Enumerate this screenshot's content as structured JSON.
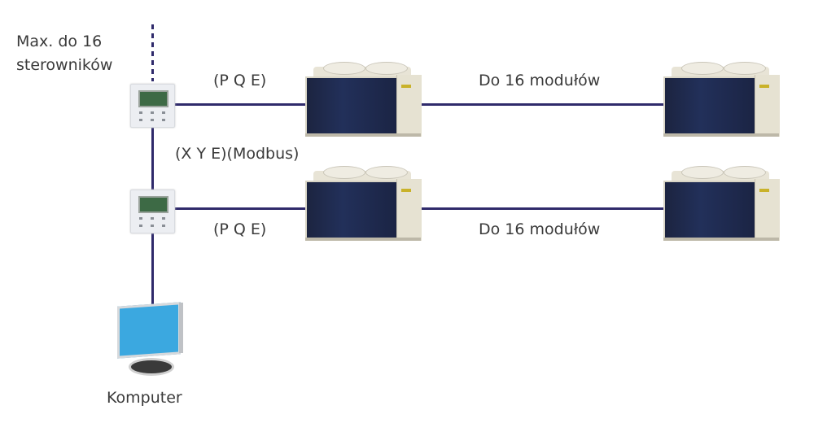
{
  "labels": {
    "max_controllers_line1": "Max. do 16",
    "max_controllers_line2": "sterowników",
    "pqe_top": "(P Q E)",
    "pqe_bottom": "(P Q E)",
    "xye_modbus": "(X Y E)(Modbus)",
    "modules_top": "Do 16 modułów",
    "modules_bottom": "Do 16 modułów",
    "computer": "Komputer"
  },
  "colors": {
    "wire": "#2f2a6b",
    "screen": "#3ba8e0"
  }
}
